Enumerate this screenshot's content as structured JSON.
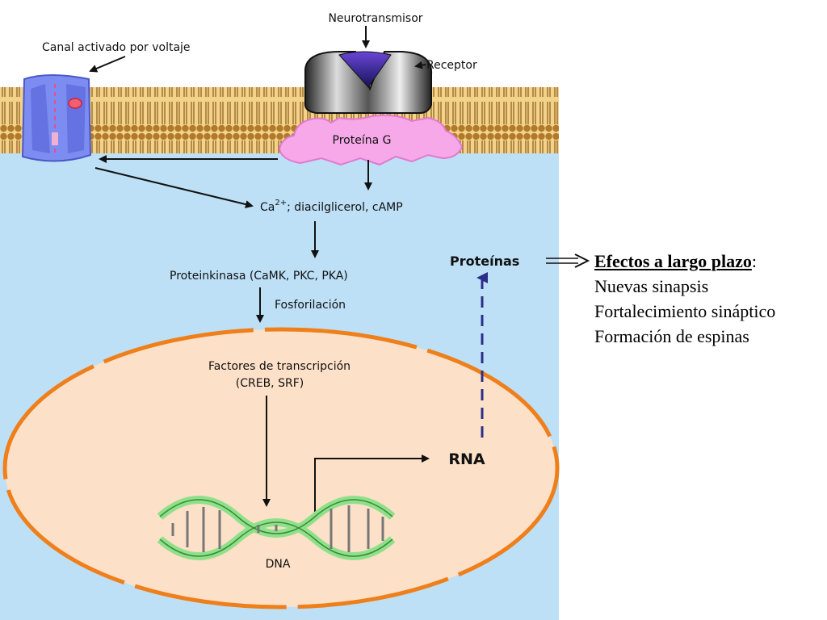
{
  "labels": {
    "neurotransmitter": "Neurotransmisor",
    "voltage_channel": "Canal activado por voltaje",
    "receptor": "Receptor",
    "g_protein": "Proteína G",
    "second_messengers_ca": "Ca",
    "second_messengers_sup": "2+",
    "second_messengers_rest": "; diacilglicerol, cAMP",
    "protein_kinase": "Proteinkinasa (CaMK, PKC, PKA)",
    "phosphorylation": "Fosforilación",
    "transcription_factors_line1": "Factores de transcripción",
    "transcription_factors_line2": "(CREB, SRF)",
    "dna": "DNA",
    "rna": "RNA",
    "proteins": "Proteínas"
  },
  "effects": {
    "heading": "Efectos a largo plazo",
    "colon": ":",
    "items": [
      "Nuevas sinapsis",
      "Fortalecimiento sináptico",
      "Formación de espinas"
    ]
  },
  "colors": {
    "cytoplasm": "#bde0f7",
    "membrane": "#b07a2a",
    "nucleus_fill": "#fde0c8",
    "nucleus_border": "#ef7f1a",
    "g_protein": "#f7a8e8",
    "channel": "#7d8cf0",
    "dna": "#8fe08a",
    "dashed_arrow": "#2b2f8a"
  }
}
